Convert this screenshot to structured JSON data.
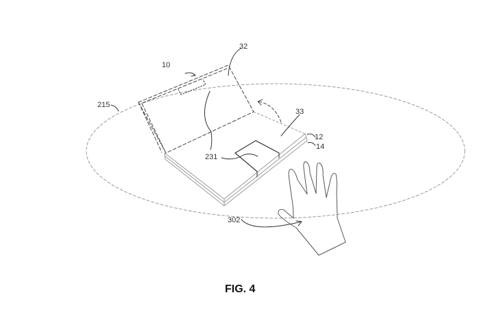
{
  "figure": {
    "caption": "FIG. 4",
    "labels": {
      "device": "10",
      "lid": "32",
      "sensing_area": "215",
      "base_surface": "33",
      "layer_top": "12",
      "layer_bottom": "14",
      "touchpad": "231",
      "hand": "302"
    },
    "colors": {
      "line": "#444444",
      "dashed": "#888888"
    }
  }
}
